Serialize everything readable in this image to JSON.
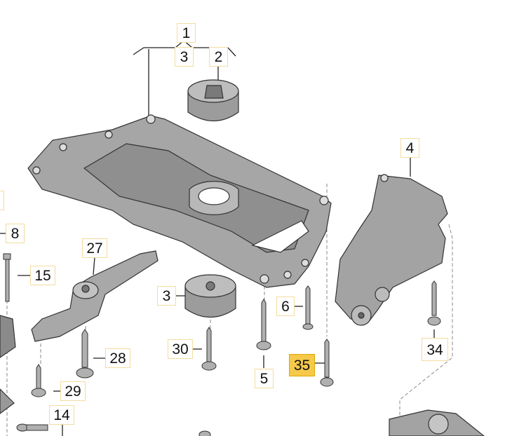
{
  "diagram": {
    "title": "Subframe and engine mounting assembly",
    "highlight_color": "#f6c94a",
    "part_color": "#9a9a9a",
    "callouts": [
      {
        "id": "c1",
        "text": "1"
      },
      {
        "id": "c3a",
        "text": "3"
      },
      {
        "id": "c2",
        "text": "2"
      },
      {
        "id": "c4",
        "text": "4"
      },
      {
        "id": "c8",
        "text": "8"
      },
      {
        "id": "c15",
        "text": "15"
      },
      {
        "id": "c27",
        "text": "27"
      },
      {
        "id": "c3b",
        "text": "3"
      },
      {
        "id": "c6",
        "text": "6"
      },
      {
        "id": "c30",
        "text": "30"
      },
      {
        "id": "c28",
        "text": "28"
      },
      {
        "id": "c5",
        "text": "5"
      },
      {
        "id": "c35",
        "text": "35",
        "highlighted": true
      },
      {
        "id": "c34",
        "text": "34"
      },
      {
        "id": "c29",
        "text": "29"
      },
      {
        "id": "c14",
        "text": "14"
      }
    ]
  }
}
